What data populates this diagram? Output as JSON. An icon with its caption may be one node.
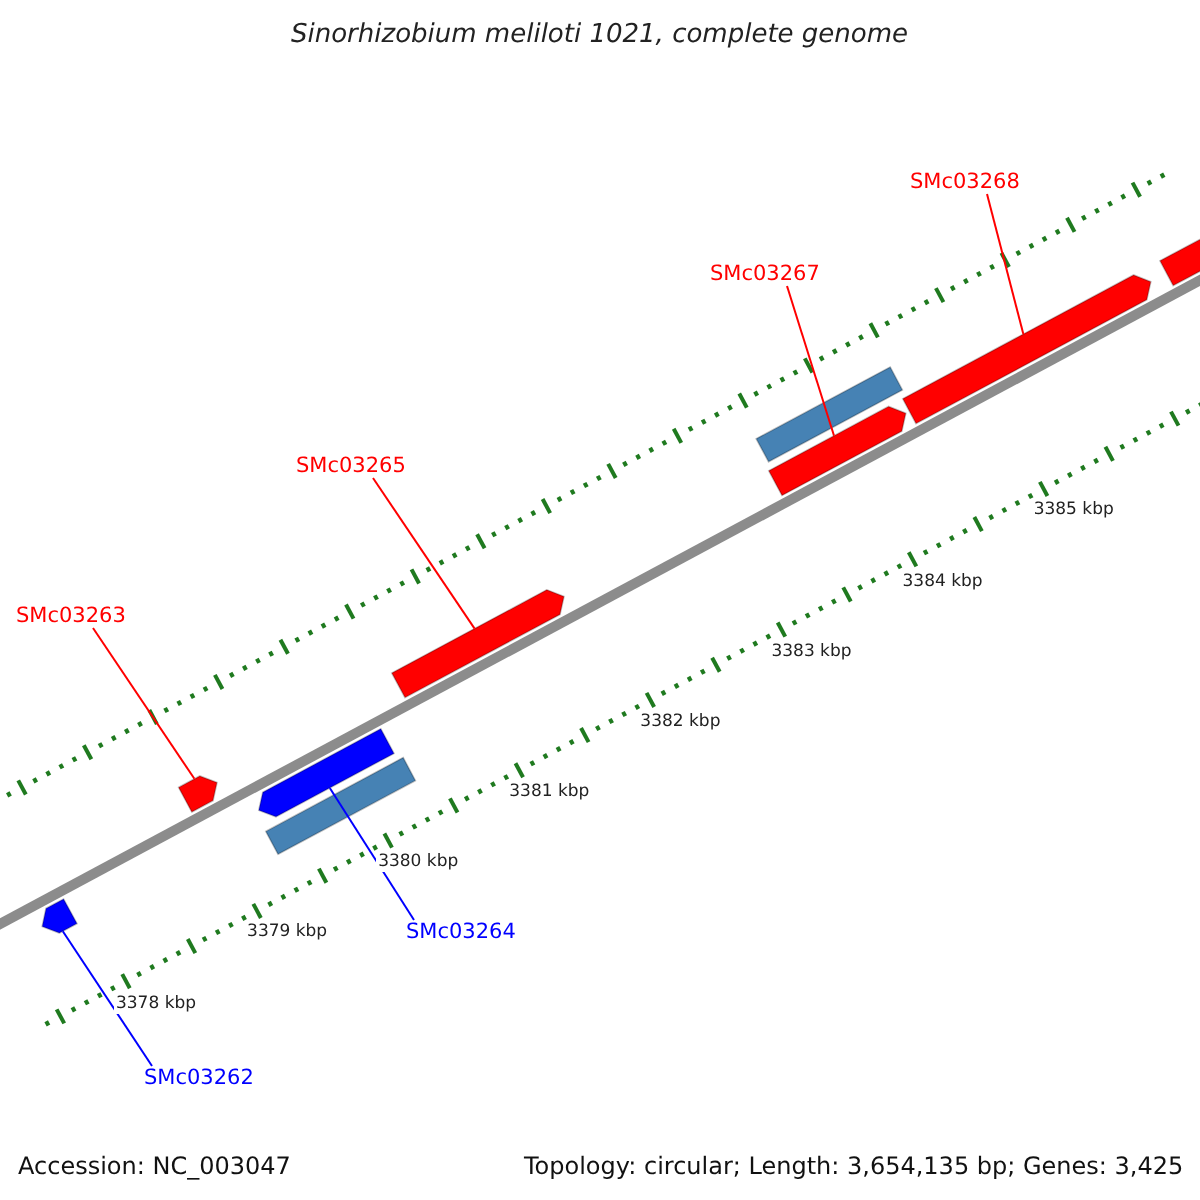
{
  "diagram": {
    "title": "Sinorhizobium meliloti 1021, complete genome",
    "nodes": [
      {
        "text": [
          "SMc03268"
        ]
      },
      {
        "text": [
          "SMc03267"
        ]
      },
      {
        "text": [
          "SMc03265"
        ]
      },
      {
        "text": [
          "SMc03263"
        ]
      },
      {
        "text": [
          "SMc03264"
        ]
      },
      {
        "text": [
          "SMc03262"
        ]
      },
      {
        "text": [],
        "shape": "bar"
      },
      {
        "text": [],
        "shape": "bar"
      },
      {
        "text": [],
        "shape": "bar"
      },
      {
        "text": [],
        "shape": "bar"
      },
      {
        "text": [],
        "shape": "bar"
      },
      {
        "text": [],
        "shape": "bar"
      },
      {
        "text": [],
        "shape": "bar"
      },
      {
        "text": [],
        "shape": "bar"
      },
      {
        "text": [],
        "shape": "bar"
      }
    ],
    "edges": [
      {
        "from": 0,
        "to": 6,
        "arrow": "none"
      },
      {
        "from": 1,
        "to": 7,
        "arrow": "none"
      },
      {
        "from": 2,
        "to": 8,
        "arrow": "none"
      },
      {
        "from": 3,
        "to": 9,
        "arrow": "none"
      },
      {
        "from": 4,
        "to": 10,
        "arrow": "none",
        "color": "#0000ff"
      },
      {
        "from": 5,
        "to": 11,
        "arrow": "none",
        "color": "#0000ff"
      }
    ],
    "labels": [
      "3385 kbp",
      "3384 kbp",
      "3383 kbp",
      "3382 kbp",
      "3381 kbp",
      "3380 kbp",
      "3379 kbp",
      "3378 kbp",
      "Accession: NC_003047",
      "Topology: circular; Length: 3,654,135 bp; Genes: 3,425"
    ]
  }
}
